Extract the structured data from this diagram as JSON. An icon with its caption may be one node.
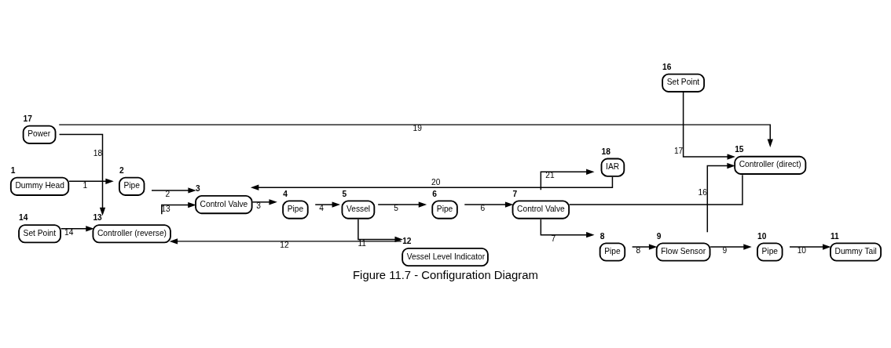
{
  "diagram": {
    "caption": "Figure 11.7 - Configuration Diagram",
    "nodes": [
      {
        "text": [
          "17",
          "Power"
        ]
      },
      {
        "text": [
          "14",
          "Set Point"
        ]
      },
      {
        "text": [
          "13",
          "Controller (reverse)"
        ]
      },
      {
        "text": [
          "12",
          "Vessel Level Indicator"
        ]
      },
      {
        "text": [
          "16",
          "Set Point"
        ]
      },
      {
        "text": [
          "15",
          "Controller (direct)"
        ]
      },
      {
        "text": [
          "1",
          "Dummy Head"
        ]
      },
      {
        "text": [
          "2",
          "Pipe"
        ]
      },
      {
        "text": [
          "3",
          "Control Valve"
        ]
      },
      {
        "text": [
          "4",
          "Pipe"
        ]
      },
      {
        "text": [
          "5",
          "Vessel"
        ]
      },
      {
        "text": [
          "6",
          "Pipe"
        ]
      },
      {
        "text": [
          "7",
          "Control Valve"
        ]
      },
      {
        "text": [
          "8",
          "Pipe"
        ]
      },
      {
        "text": [
          "9",
          "Flow Sensor"
        ]
      },
      {
        "text": [
          "10",
          "Pipe"
        ]
      },
      {
        "text": [
          "11",
          "Dummy Tail"
        ]
      },
      {
        "text": [
          "18",
          "IAR"
        ]
      }
    ],
    "edges": [
      {
        "from": 6,
        "to": 7,
        "arrow": "to",
        "label": "1"
      },
      {
        "from": 7,
        "to": 8,
        "arrow": "to",
        "label": "2"
      },
      {
        "from": 8,
        "to": 9,
        "arrow": "to",
        "label": "3"
      },
      {
        "from": 9,
        "to": 10,
        "arrow": "to",
        "label": "4"
      },
      {
        "from": 10,
        "to": 11,
        "arrow": "to",
        "label": "5"
      },
      {
        "from": 11,
        "to": 12,
        "arrow": "to",
        "label": "6"
      },
      {
        "from": 12,
        "to": 13,
        "arrow": "to",
        "label": "7"
      },
      {
        "from": 13,
        "to": 14,
        "arrow": "to",
        "label": "8"
      },
      {
        "from": 14,
        "to": 15,
        "arrow": "to",
        "label": "9"
      },
      {
        "from": 15,
        "to": 16,
        "arrow": "to",
        "label": "10"
      },
      {
        "from": 10,
        "to": 3,
        "arrow": "to",
        "label": "11"
      },
      {
        "from": 3,
        "to": 2,
        "arrow": "to",
        "label": "12"
      },
      {
        "from": 2,
        "to": 8,
        "arrow": "to",
        "label": "13"
      },
      {
        "from": 1,
        "to": 2,
        "arrow": "to",
        "label": "14"
      },
      {
        "from": 5,
        "to": 12,
        "arrow": "none"
      },
      {
        "from": 14,
        "to": 5,
        "arrow": "to",
        "label": "16"
      },
      {
        "from": 4,
        "to": 5,
        "arrow": "to",
        "label": "17"
      },
      {
        "from": 0,
        "to": 2,
        "arrow": "to",
        "label": "18"
      },
      {
        "from": 0,
        "to": 5,
        "arrow": "to",
        "label": "19"
      },
      {
        "from": 17,
        "to": 8,
        "arrow": "to",
        "label": "20"
      },
      {
        "from": 12,
        "to": 17,
        "arrow": "to",
        "label": "21"
      }
    ]
  }
}
